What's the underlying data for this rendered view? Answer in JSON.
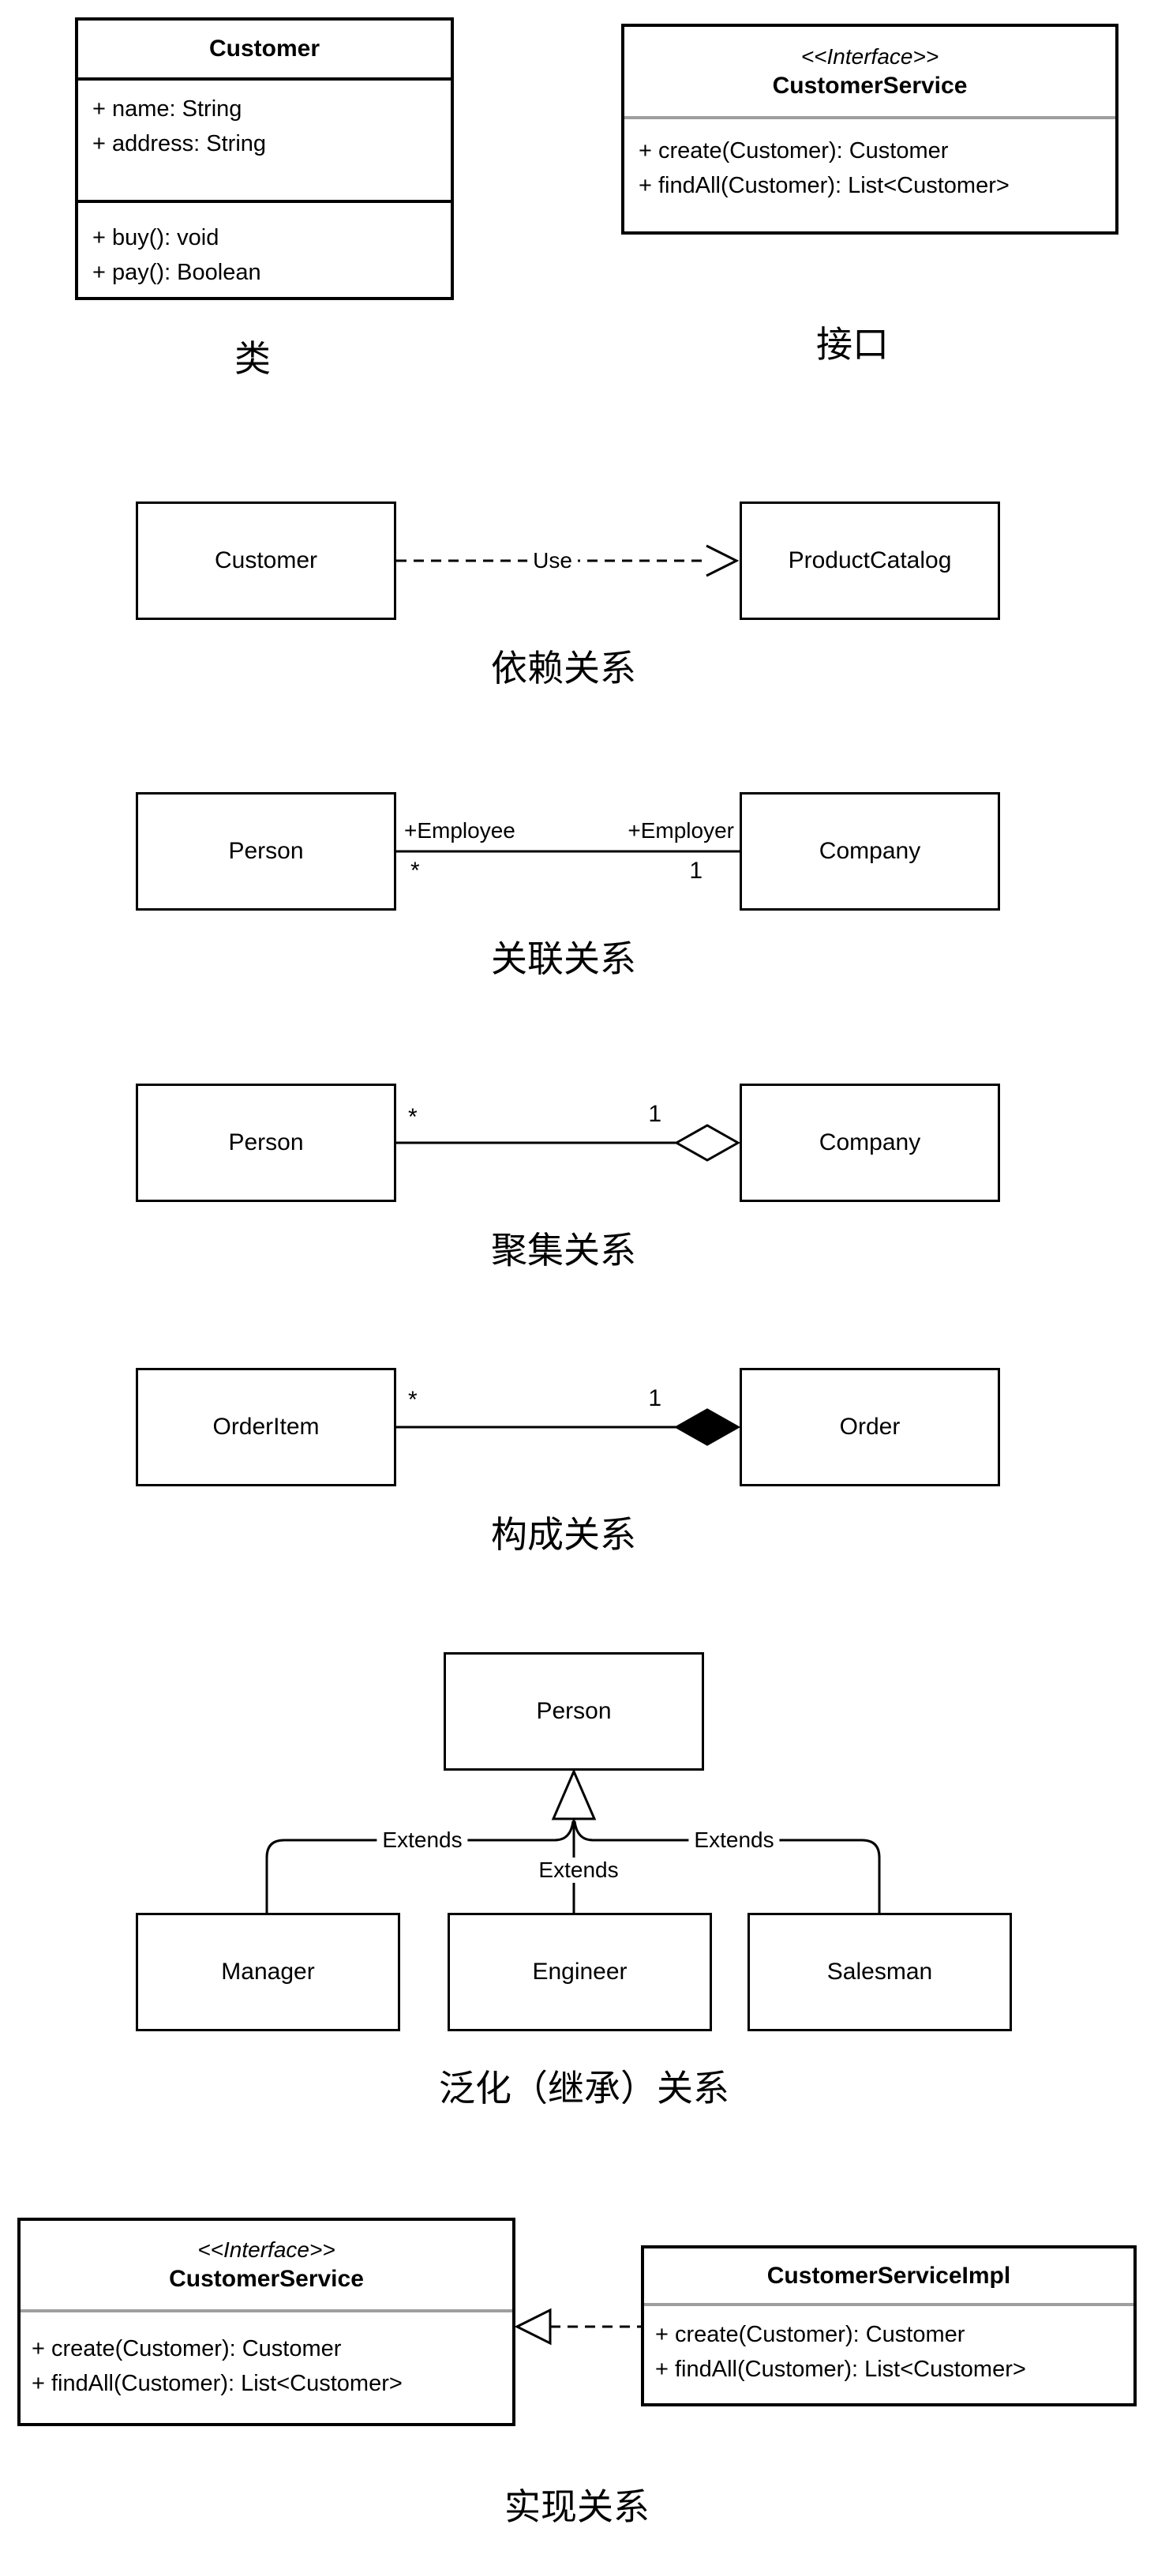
{
  "colors": {
    "ink": "#000000",
    "paper": "#ffffff",
    "interface_divider_gray": "#9e9e9e"
  },
  "class_sample": {
    "title": "Customer",
    "attributes": [
      "+ name: String",
      "+ address: String"
    ],
    "methods": [
      "+ buy(): void",
      "+ pay(): Boolean"
    ],
    "caption": "类"
  },
  "interface_sample": {
    "stereotype": "<<Interface>>",
    "title": "CustomerService",
    "methods": [
      "+ create(Customer): Customer",
      "+ findAll(Customer): List<Customer>"
    ],
    "caption": "接口"
  },
  "dependency": {
    "source": "Customer",
    "target": "ProductCatalog",
    "label": "Use",
    "caption": "依赖关系"
  },
  "association": {
    "source": "Person",
    "target": "Company",
    "source_role": "+Employee",
    "target_role": "+Employer",
    "source_multiplicity": "*",
    "target_multiplicity": "1",
    "caption": "关联关系"
  },
  "aggregation": {
    "source": "Person",
    "target": "Company",
    "source_multiplicity": "*",
    "target_multiplicity": "1",
    "caption": "聚集关系"
  },
  "composition": {
    "source": "OrderItem",
    "target": "Order",
    "source_multiplicity": "*",
    "target_multiplicity": "1",
    "caption": "构成关系"
  },
  "generalization": {
    "parent": "Person",
    "children": [
      "Manager",
      "Engineer",
      "Salesman"
    ],
    "edge_labels": [
      "Extends",
      "Extends",
      "Extends"
    ],
    "caption": "泛化（继承）关系"
  },
  "realization": {
    "interface": {
      "stereotype": "<<Interface>>",
      "title": "CustomerService",
      "methods": [
        "+ create(Customer): Customer",
        "+ findAll(Customer): List<Customer>"
      ]
    },
    "implementation": {
      "title": "CustomerServiceImpl",
      "methods": [
        "+ create(Customer): Customer",
        "+ findAll(Customer): List<Customer>"
      ]
    },
    "caption": "实现关系"
  }
}
